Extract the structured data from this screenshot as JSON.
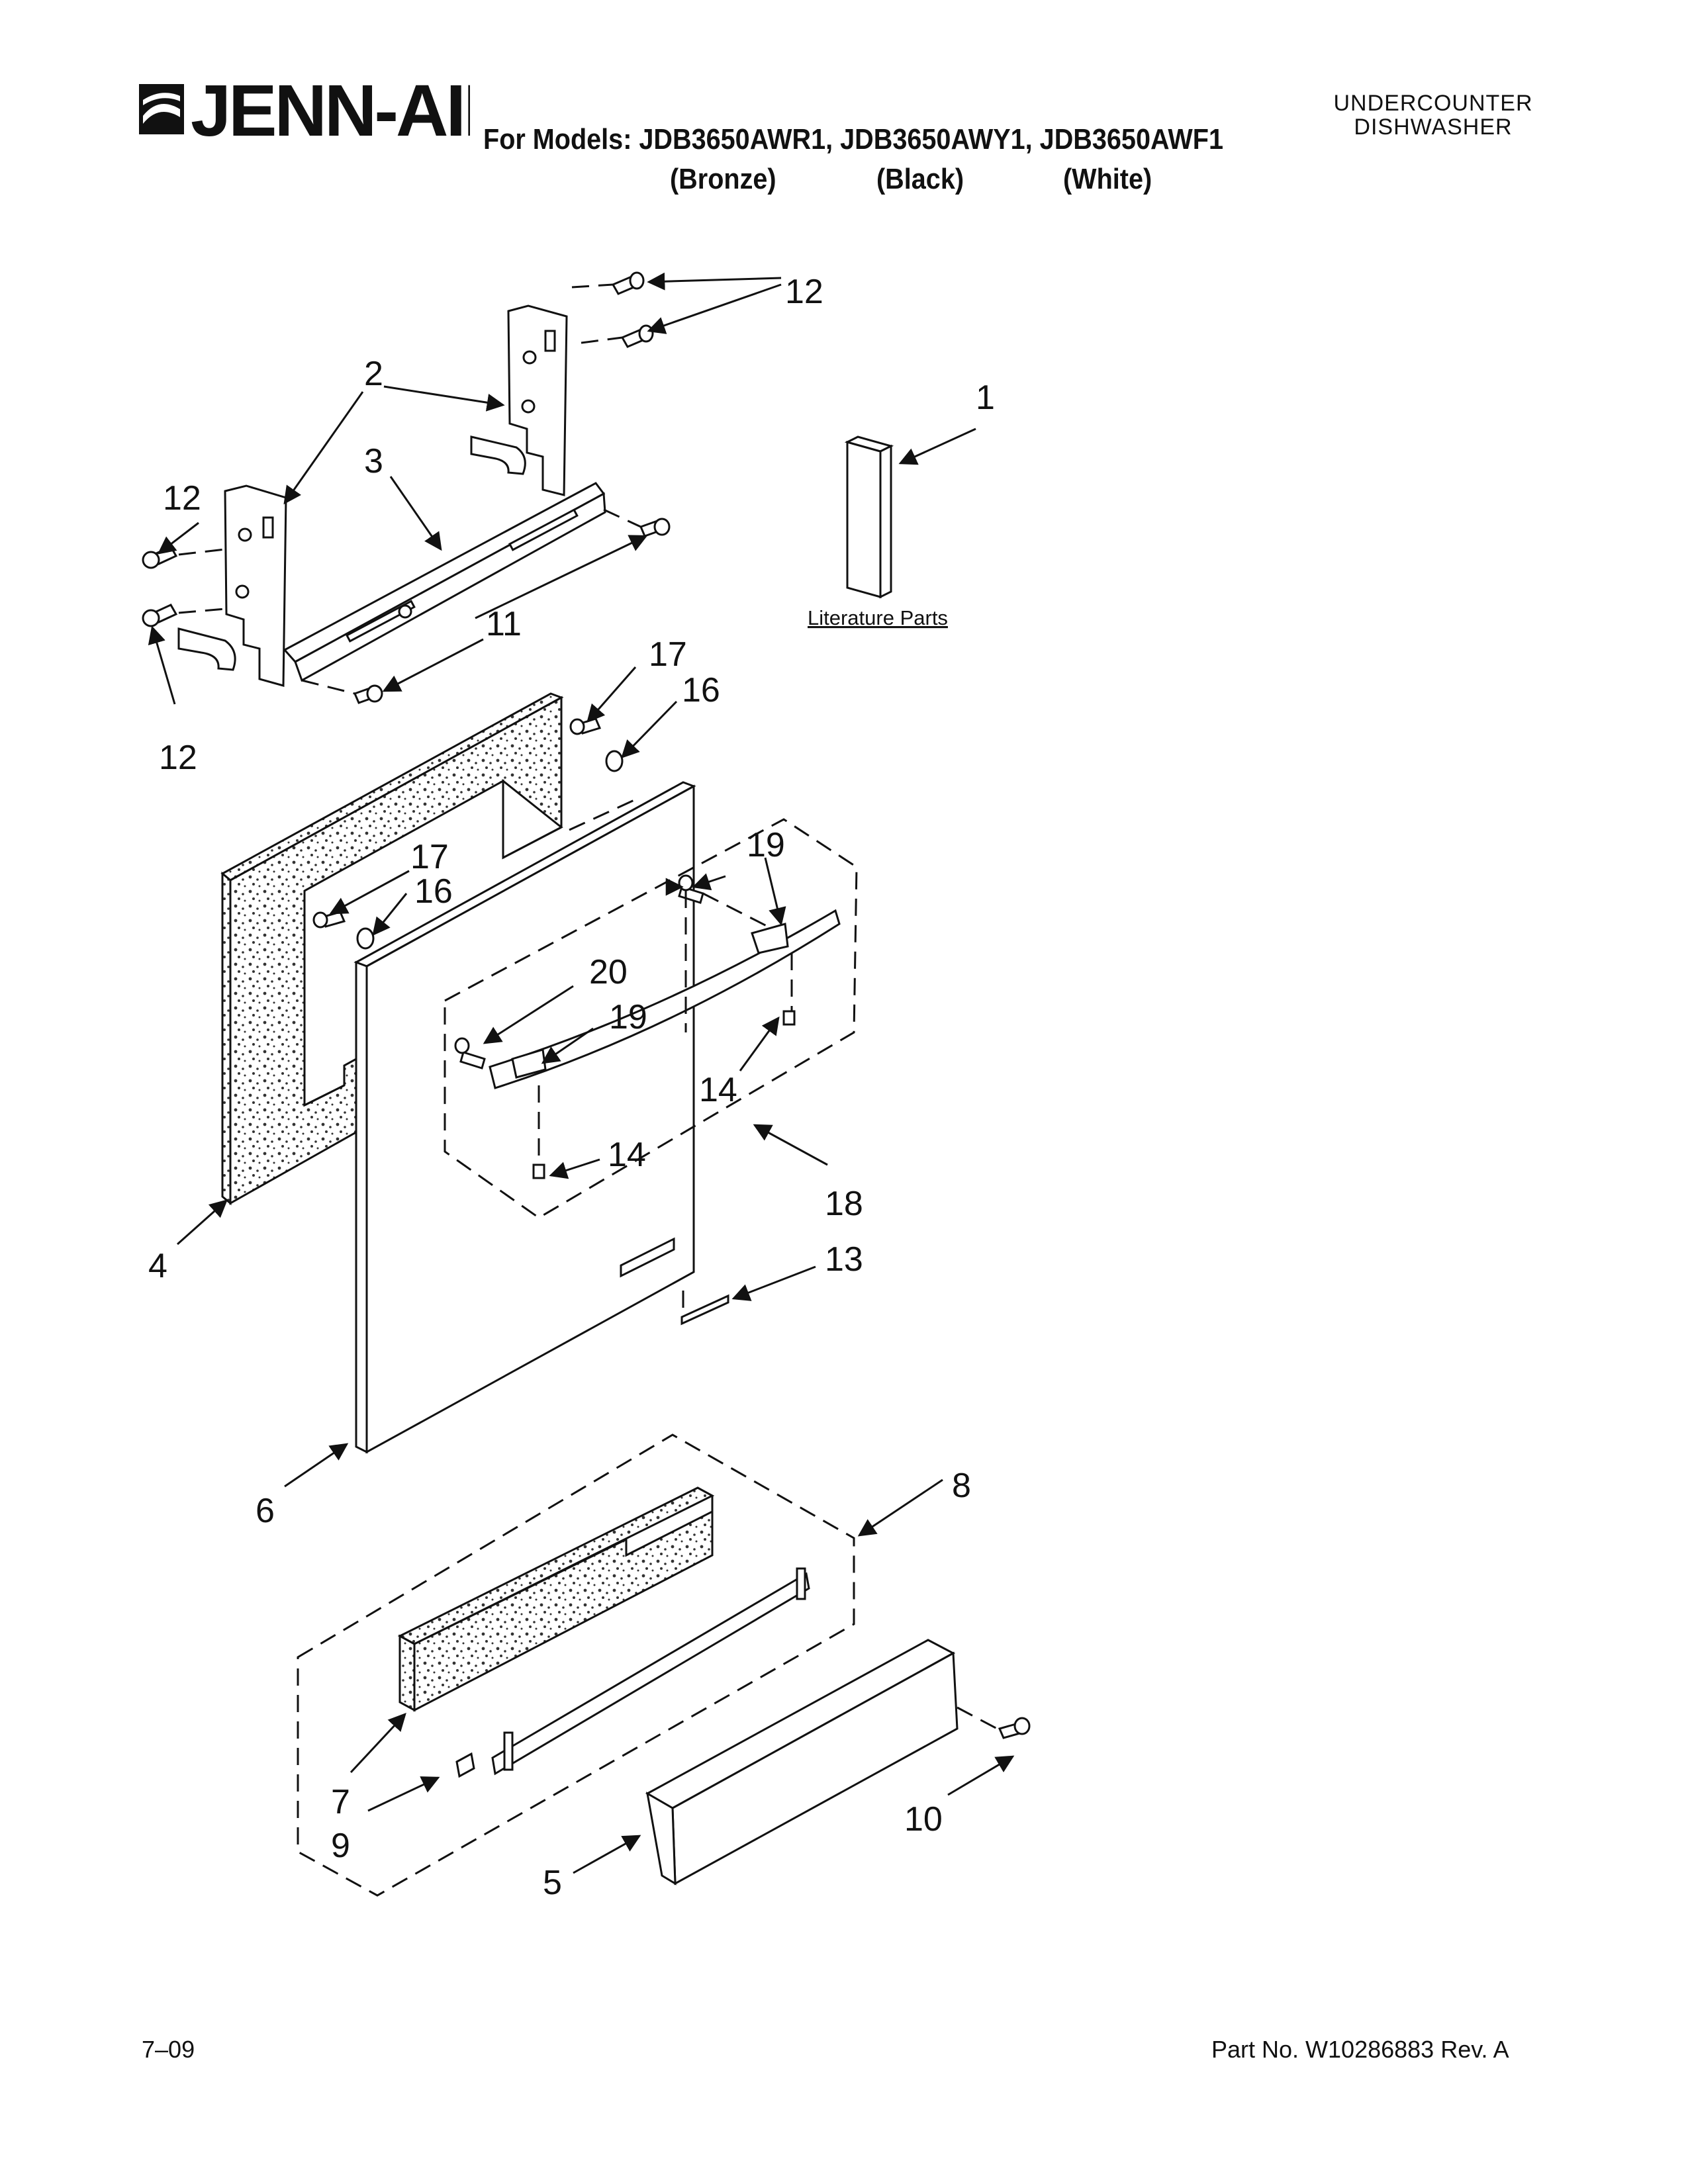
{
  "header": {
    "brand": "JENN-AIR.",
    "models_line": "For Models: JDB3650AWR1, JDB3650AWY1, JDB3650AWF1",
    "finishes": [
      "(Bronze)",
      "(Black)",
      "(White)"
    ],
    "product_line1": "UNDERCOUNTER",
    "product_line2": "DISHWASHER"
  },
  "diagram": {
    "literature_label": "Literature Parts",
    "callouts": {
      "c1": "1",
      "c2": "2",
      "c3": "3",
      "c4": "4",
      "c5": "5",
      "c6": "6",
      "c7": "7",
      "c8": "8",
      "c9": "9",
      "c10": "10",
      "c11": "11",
      "c12a": "12",
      "c12b": "12",
      "c12c": "12",
      "c13": "13",
      "c14a": "14",
      "c14b": "14",
      "c16a": "16",
      "c16b": "16",
      "c17a": "17",
      "c17b": "17",
      "c18": "18",
      "c19a": "19",
      "c19b": "19",
      "c20": "20"
    }
  },
  "footer": {
    "date": "7–09",
    "part_no": "Part No. W10286883 Rev. A"
  }
}
